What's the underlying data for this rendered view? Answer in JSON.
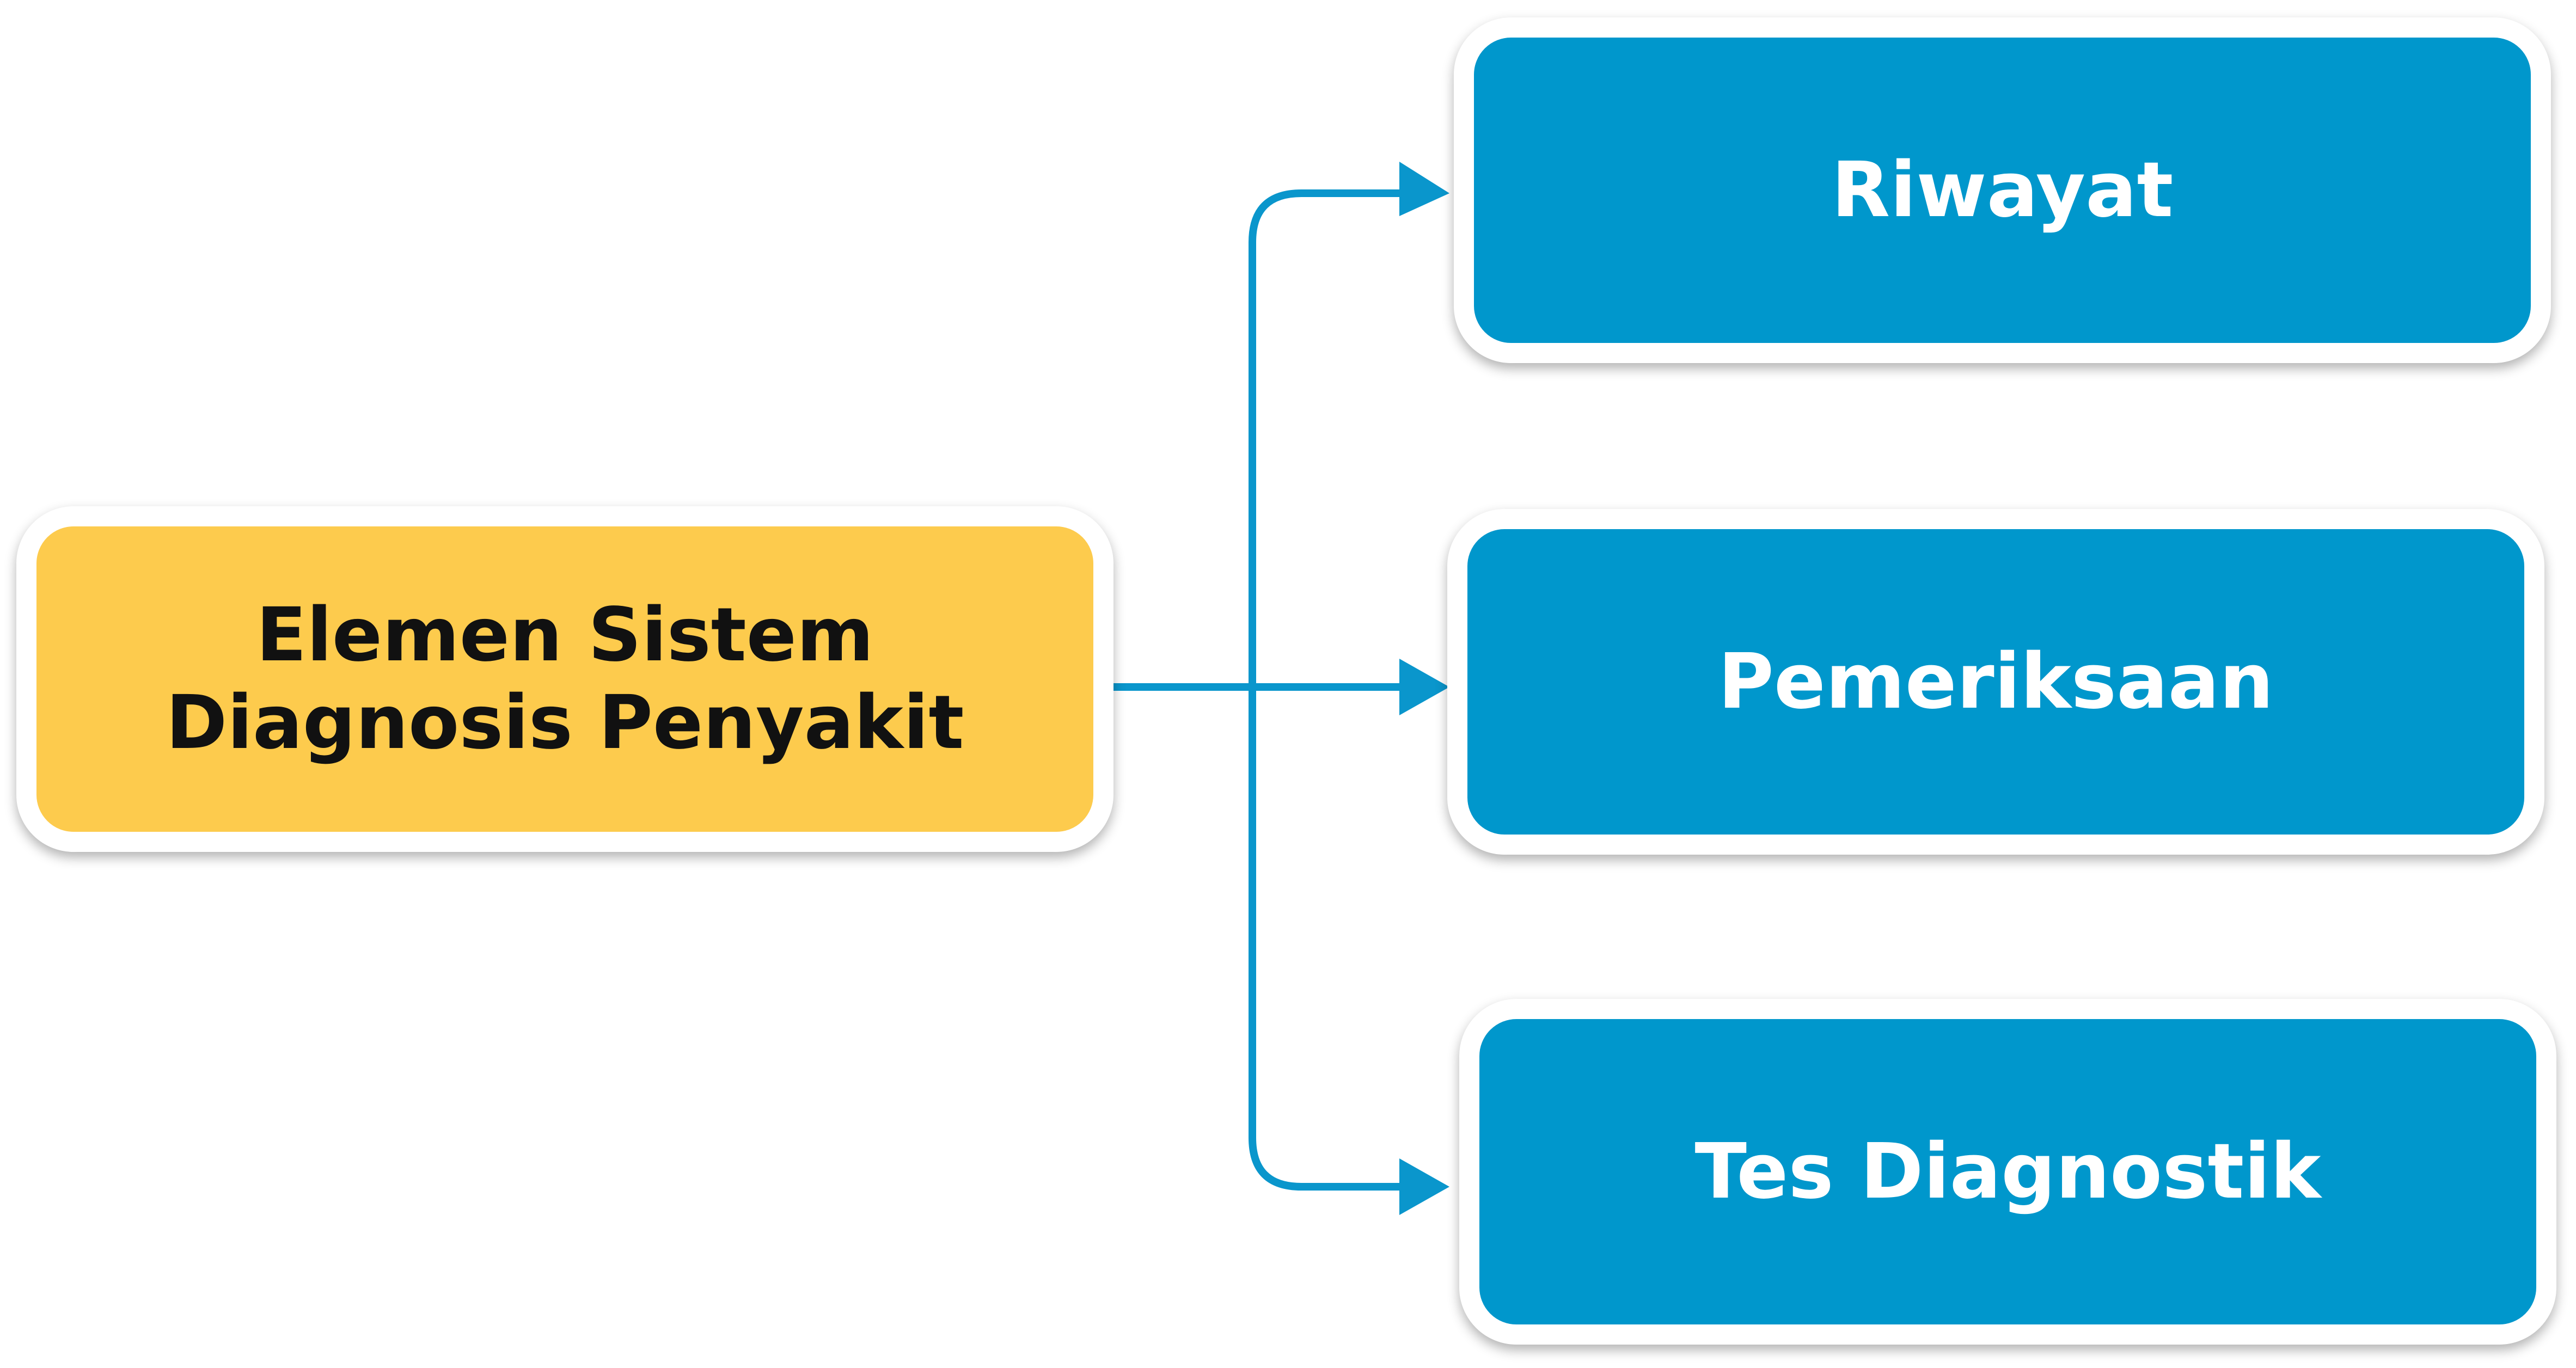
{
  "diagram": {
    "root": {
      "label_line1": "Elemen Sistem",
      "label_line2": "Diagnosis Penyakit",
      "color": "#fdcb4d"
    },
    "children": [
      {
        "label": "Riwayat"
      },
      {
        "label": "Pemeriksaan"
      },
      {
        "label": "Tes Diagnostik"
      }
    ],
    "child_color": "#0097cc",
    "connector_color": "#0a96cc"
  }
}
